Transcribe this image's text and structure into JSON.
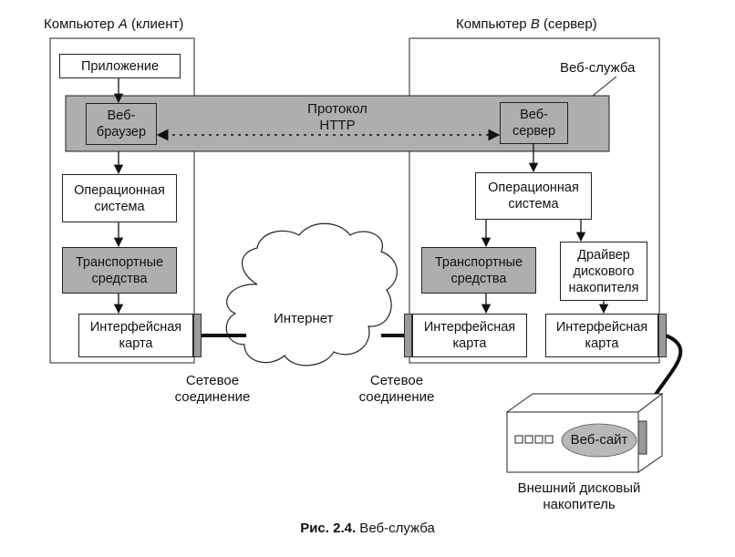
{
  "computer_a": {
    "title_prefix": "Компьютер ",
    "title_letter": "A",
    "title_suffix": " (клиент)",
    "app": "Приложение",
    "browser_line1": "Веб-",
    "browser_line2": "браузер",
    "os_line1": "Операционная",
    "os_line2": "система",
    "transport_line1": "Транспортные",
    "transport_line2": "средства",
    "nic_line1": "Интерфейсная",
    "nic_line2": "карта"
  },
  "computer_b": {
    "title_prefix": "Компьютер ",
    "title_letter": "B",
    "title_suffix": " (сервер)",
    "server_line1": "Веб-",
    "server_line2": "сервер",
    "os_line1": "Операционная",
    "os_line2": "система",
    "transport_line1": "Транспортные",
    "transport_line2": "средства",
    "driver_line1": "Драйвер",
    "driver_line2": "дискового",
    "driver_line3": "накопителя",
    "nic1_line1": "Интерфейсная",
    "nic1_line2": "карта",
    "nic2_line1": "Интерфейсная",
    "nic2_line2": "карта"
  },
  "web_service_label": "Веб-служба",
  "protocol_line1": "Протокол",
  "protocol_line2": "HTTP",
  "internet_label": "Интернет",
  "net_conn_left_line1": "Сетевое",
  "net_conn_left_line2": "соединение",
  "net_conn_right_line1": "Сетевое",
  "net_conn_right_line2": "соединение",
  "disk": {
    "website_label": "Веб-сайт",
    "caption_line1": "Внешний дисковый",
    "caption_line2": "накопитель"
  },
  "figure_caption": {
    "number": "Рис. 2.4.",
    "title": " Веб-служба"
  },
  "colors": {
    "gray_fill": "#aeaeae",
    "oval_fill": "#b8b8b8",
    "line": "#222222"
  }
}
